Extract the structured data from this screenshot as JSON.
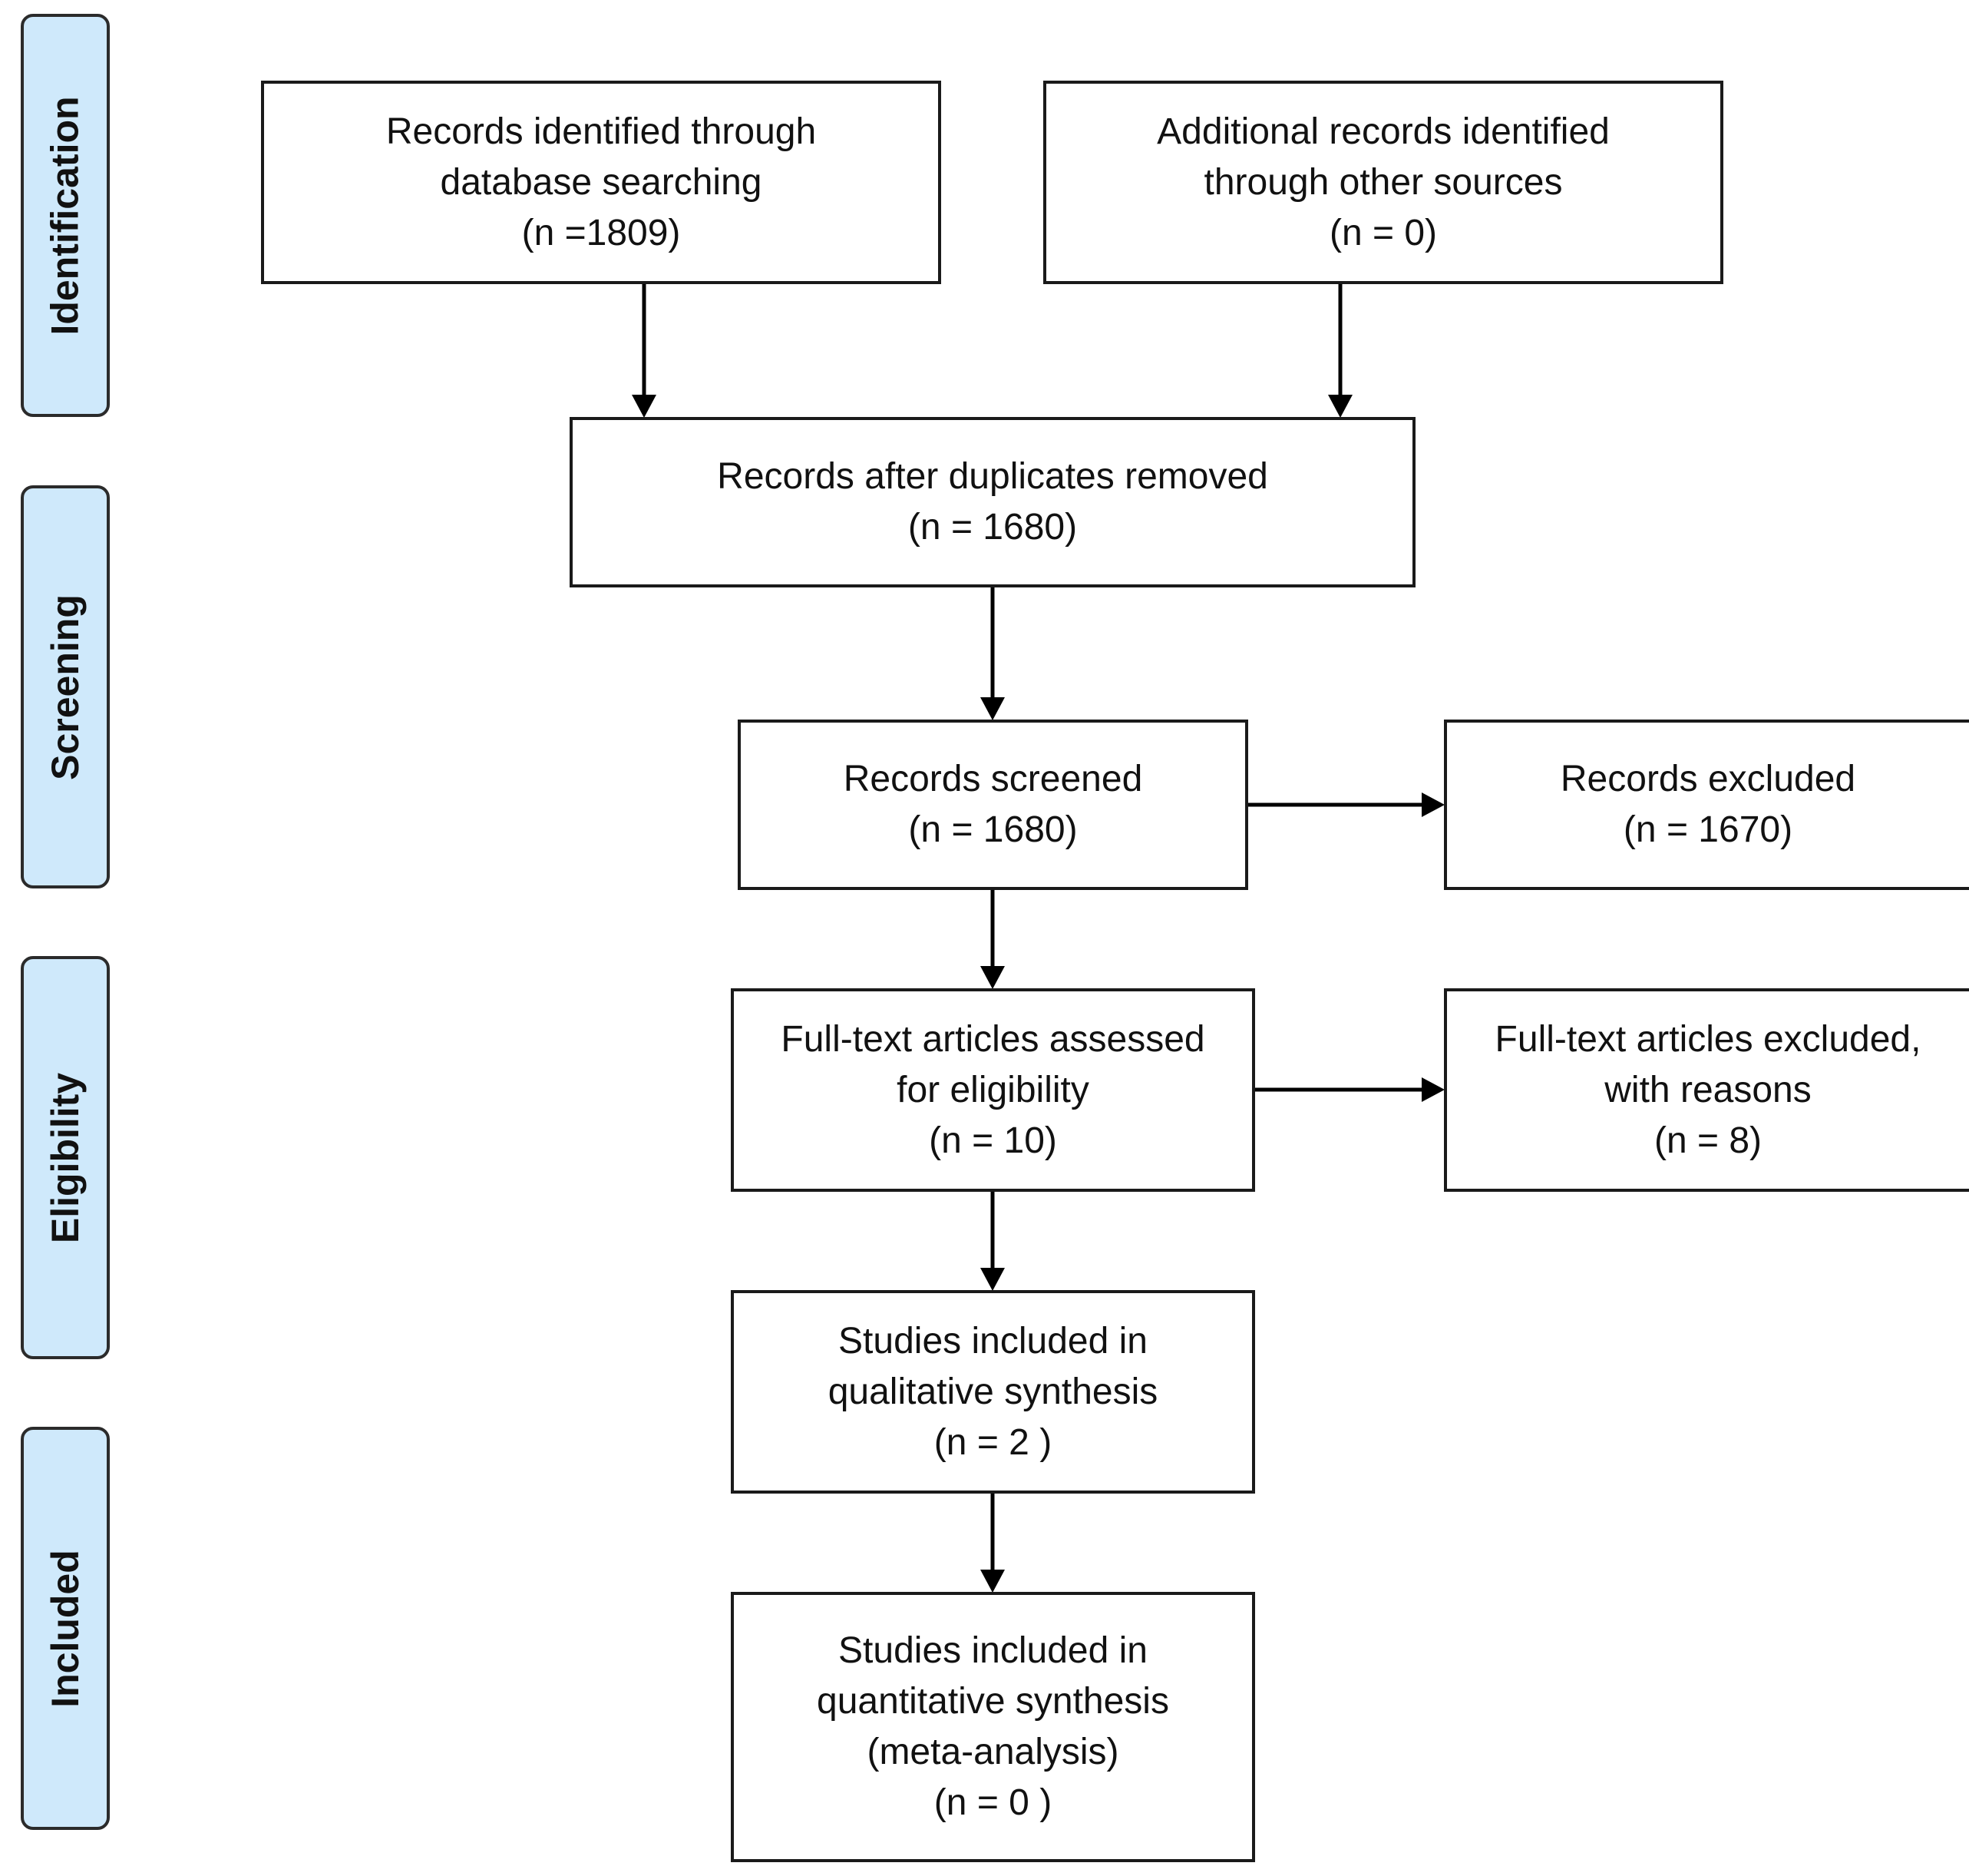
{
  "phases": {
    "identification": "Identification",
    "screening": "Screening",
    "eligibility": "Eligibility",
    "included": "Included"
  },
  "boxes": {
    "database_records": {
      "line1": "Records identified through",
      "line2": "database searching",
      "count": "(n =1809)"
    },
    "other_sources": {
      "line1": "Additional records identified",
      "line2": "through other sources",
      "count": "(n = 0)"
    },
    "after_duplicates": {
      "line1": "Records after duplicates removed",
      "count": "(n = 1680)"
    },
    "screened": {
      "line1": "Records screened",
      "count": "(n = 1680)"
    },
    "excluded": {
      "line1": "Records excluded",
      "count": "(n = 1670)"
    },
    "fulltext_assessed": {
      "line1": "Full-text articles assessed",
      "line2": "for eligibility",
      "count": "(n = 10)"
    },
    "fulltext_excluded": {
      "line1": "Full-text articles excluded,",
      "line2": "with reasons",
      "count": "(n = 8)"
    },
    "qualitative": {
      "line1": "Studies included in",
      "line2": "qualitative synthesis",
      "count": "(n = 2 )"
    },
    "quantitative": {
      "line1": "Studies included in",
      "line2": "quantitative synthesis",
      "line3": "(meta-analysis)",
      "count": "(n = 0 )"
    }
  },
  "colors": {
    "phase_fill": "#cfe9fb",
    "phase_border": "#2b2b2b",
    "box_border": "#1a1a1a",
    "arrow": "#000000"
  }
}
